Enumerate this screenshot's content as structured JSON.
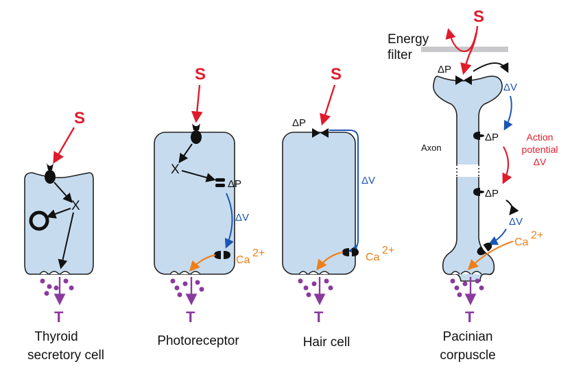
{
  "colors": {
    "stimulus": "#e01b2b",
    "transmitter": "#8a3a9e",
    "voltage": "#1b55b5",
    "calcium": "#ef7f1a",
    "cell_fill": "#c6dbee"
  },
  "panels": [
    {
      "stimulus": "S",
      "messenger": "X",
      "transmitter": "T",
      "caption_line1": "Thyroid",
      "caption_line2": "secretory cell"
    },
    {
      "stimulus": "S",
      "messenger": "X",
      "delta_p": "ΔP",
      "delta_v": "ΔV",
      "calcium": "Ca",
      "calcium_sup": "2+",
      "transmitter": "T",
      "caption_line1": "Photoreceptor"
    },
    {
      "stimulus": "S",
      "delta_p": "ΔP",
      "delta_v": "ΔV",
      "calcium": "Ca",
      "calcium_sup": "2+",
      "transmitter": "T",
      "caption_line1": "Hair cell"
    },
    {
      "stimulus": "S",
      "energy_filter_line1": "Energy",
      "energy_filter_line2": "filter",
      "delta_p_top": "ΔP",
      "delta_v_1": "ΔV",
      "delta_p_mid1": "ΔP",
      "axon": "Axon",
      "action_potential_line1": "Action",
      "action_potential_line2": "potential",
      "action_potential_line3": "ΔV",
      "delta_p_mid2": "ΔP",
      "delta_v_2": "ΔV",
      "calcium": "Ca",
      "calcium_sup": "2+",
      "transmitter": "T",
      "caption_line1": "Pacinian",
      "caption_line2": "corpuscle"
    }
  ]
}
